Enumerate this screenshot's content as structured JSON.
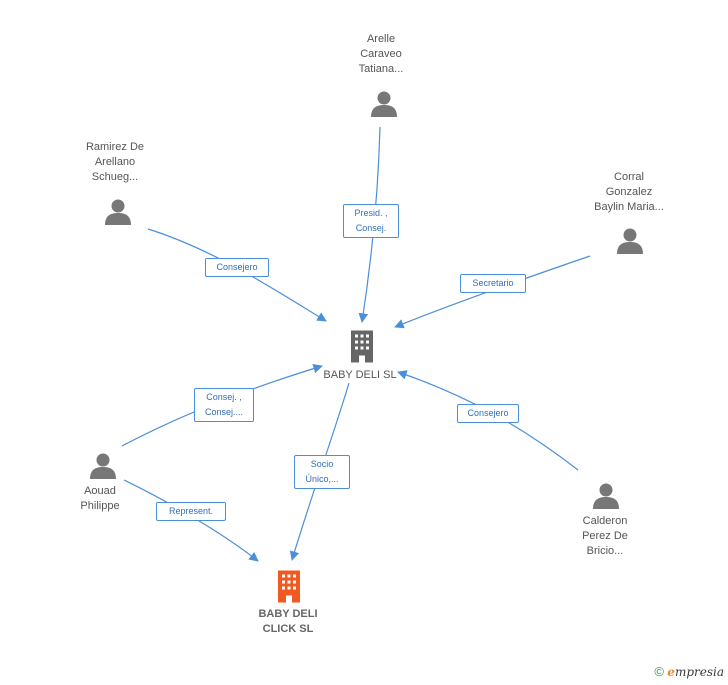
{
  "nodes": {
    "arelle": [
      "Arelle",
      "Caraveo",
      "Tatiana..."
    ],
    "ramirez": [
      "Ramirez De",
      "Arellano",
      "Schueg..."
    ],
    "corral": [
      "Corral",
      "Gonzalez",
      "Baylin Maria..."
    ],
    "aouad": [
      "Aouad",
      "Philippe"
    ],
    "calderon": [
      "Calderon",
      "Perez De",
      "Bricio..."
    ],
    "company_main": [
      "BABY DELI SL"
    ],
    "company_focus": [
      "BABY DELI",
      "CLICK  SL"
    ]
  },
  "edges": {
    "presid": [
      "Presid. ,",
      "Consej."
    ],
    "consejero_ramirez": [
      "Consejero"
    ],
    "secretario": [
      "Secretario"
    ],
    "consej_aouad": [
      "Consej. ,",
      "Consej...."
    ],
    "socio": [
      "Socio",
      "Único,..."
    ],
    "represent": [
      "Represent."
    ],
    "consejero_calderon": [
      "Consejero"
    ]
  },
  "footer": {
    "copyright": "©",
    "brand_initial": "e",
    "brand_rest": "mpresia"
  },
  "colors": {
    "person": "#777777",
    "company": "#666666",
    "focus_company": "#f05a22",
    "edge": "#4a8fd9",
    "edge_text": "#2f6fb8"
  }
}
